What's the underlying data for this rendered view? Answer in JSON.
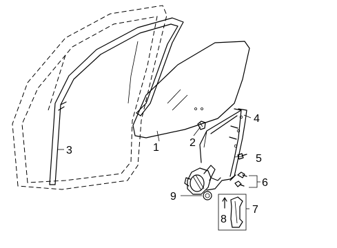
{
  "callouts": {
    "door_seal": "3",
    "door_glass": "1",
    "glass_clip": "2",
    "window_regulator": "4",
    "regulator_bolt": "5",
    "regulator_bolts_pair": "6",
    "grommet": "9",
    "handle_kit": "7",
    "handle_inner_part": "8"
  }
}
